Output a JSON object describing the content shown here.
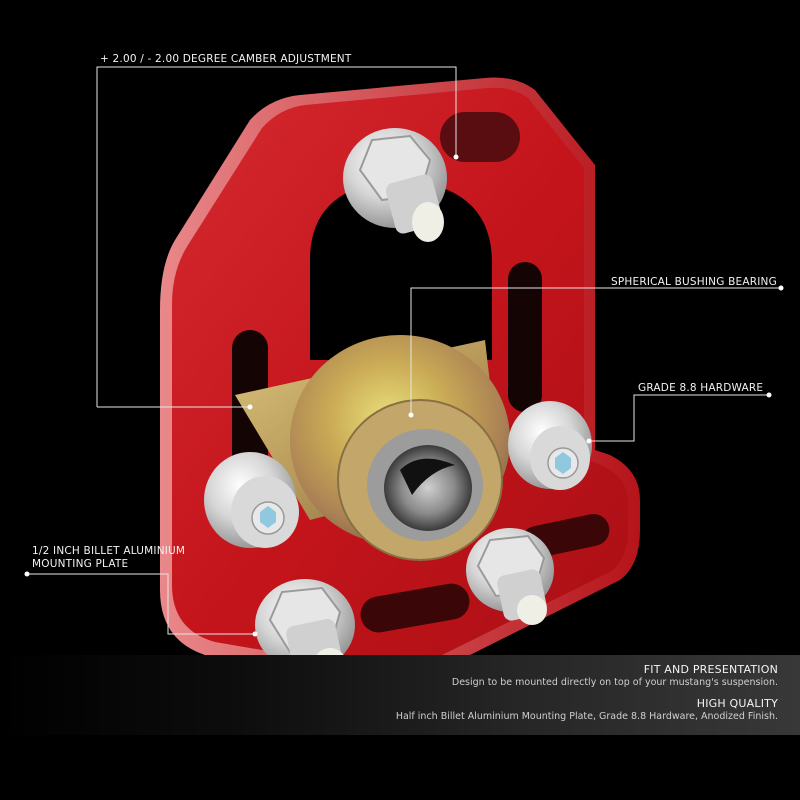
{
  "product": {
    "subject": "Red anodized billet aluminium camber/caster plate with spherical bearing and hardware",
    "colors": {
      "background": "#000000",
      "plate_red": "#c8161d",
      "plate_highlight": "#e0474c",
      "zinc_gold": "#c9a955",
      "hardware_silver": "#d9d9d9",
      "callout_line": "#e6e6e6"
    }
  },
  "callouts": [
    {
      "id": "camber",
      "label": "+ 2.00 / - 2.00 DEGREE CAMBER ADJUSTMENT"
    },
    {
      "id": "bearing",
      "label": "SPHERICAL BUSHING BEARING"
    },
    {
      "id": "hardware",
      "label": "GRADE 8.8 HARDWARE"
    },
    {
      "id": "plate",
      "label_line1": "1/2 INCH BILLET ALUMINIUM",
      "label_line2": "MOUNTING PLATE"
    }
  ],
  "info_panel": {
    "sections": [
      {
        "title": "FIT AND PRESENTATION",
        "description": "Design to be mounted directly on top of your mustang's suspension."
      },
      {
        "title": "HIGH QUALITY",
        "description": "Half inch Billet Aluminium Mounting Plate, Grade 8.8 Hardware, Anodized Finish."
      }
    ]
  }
}
